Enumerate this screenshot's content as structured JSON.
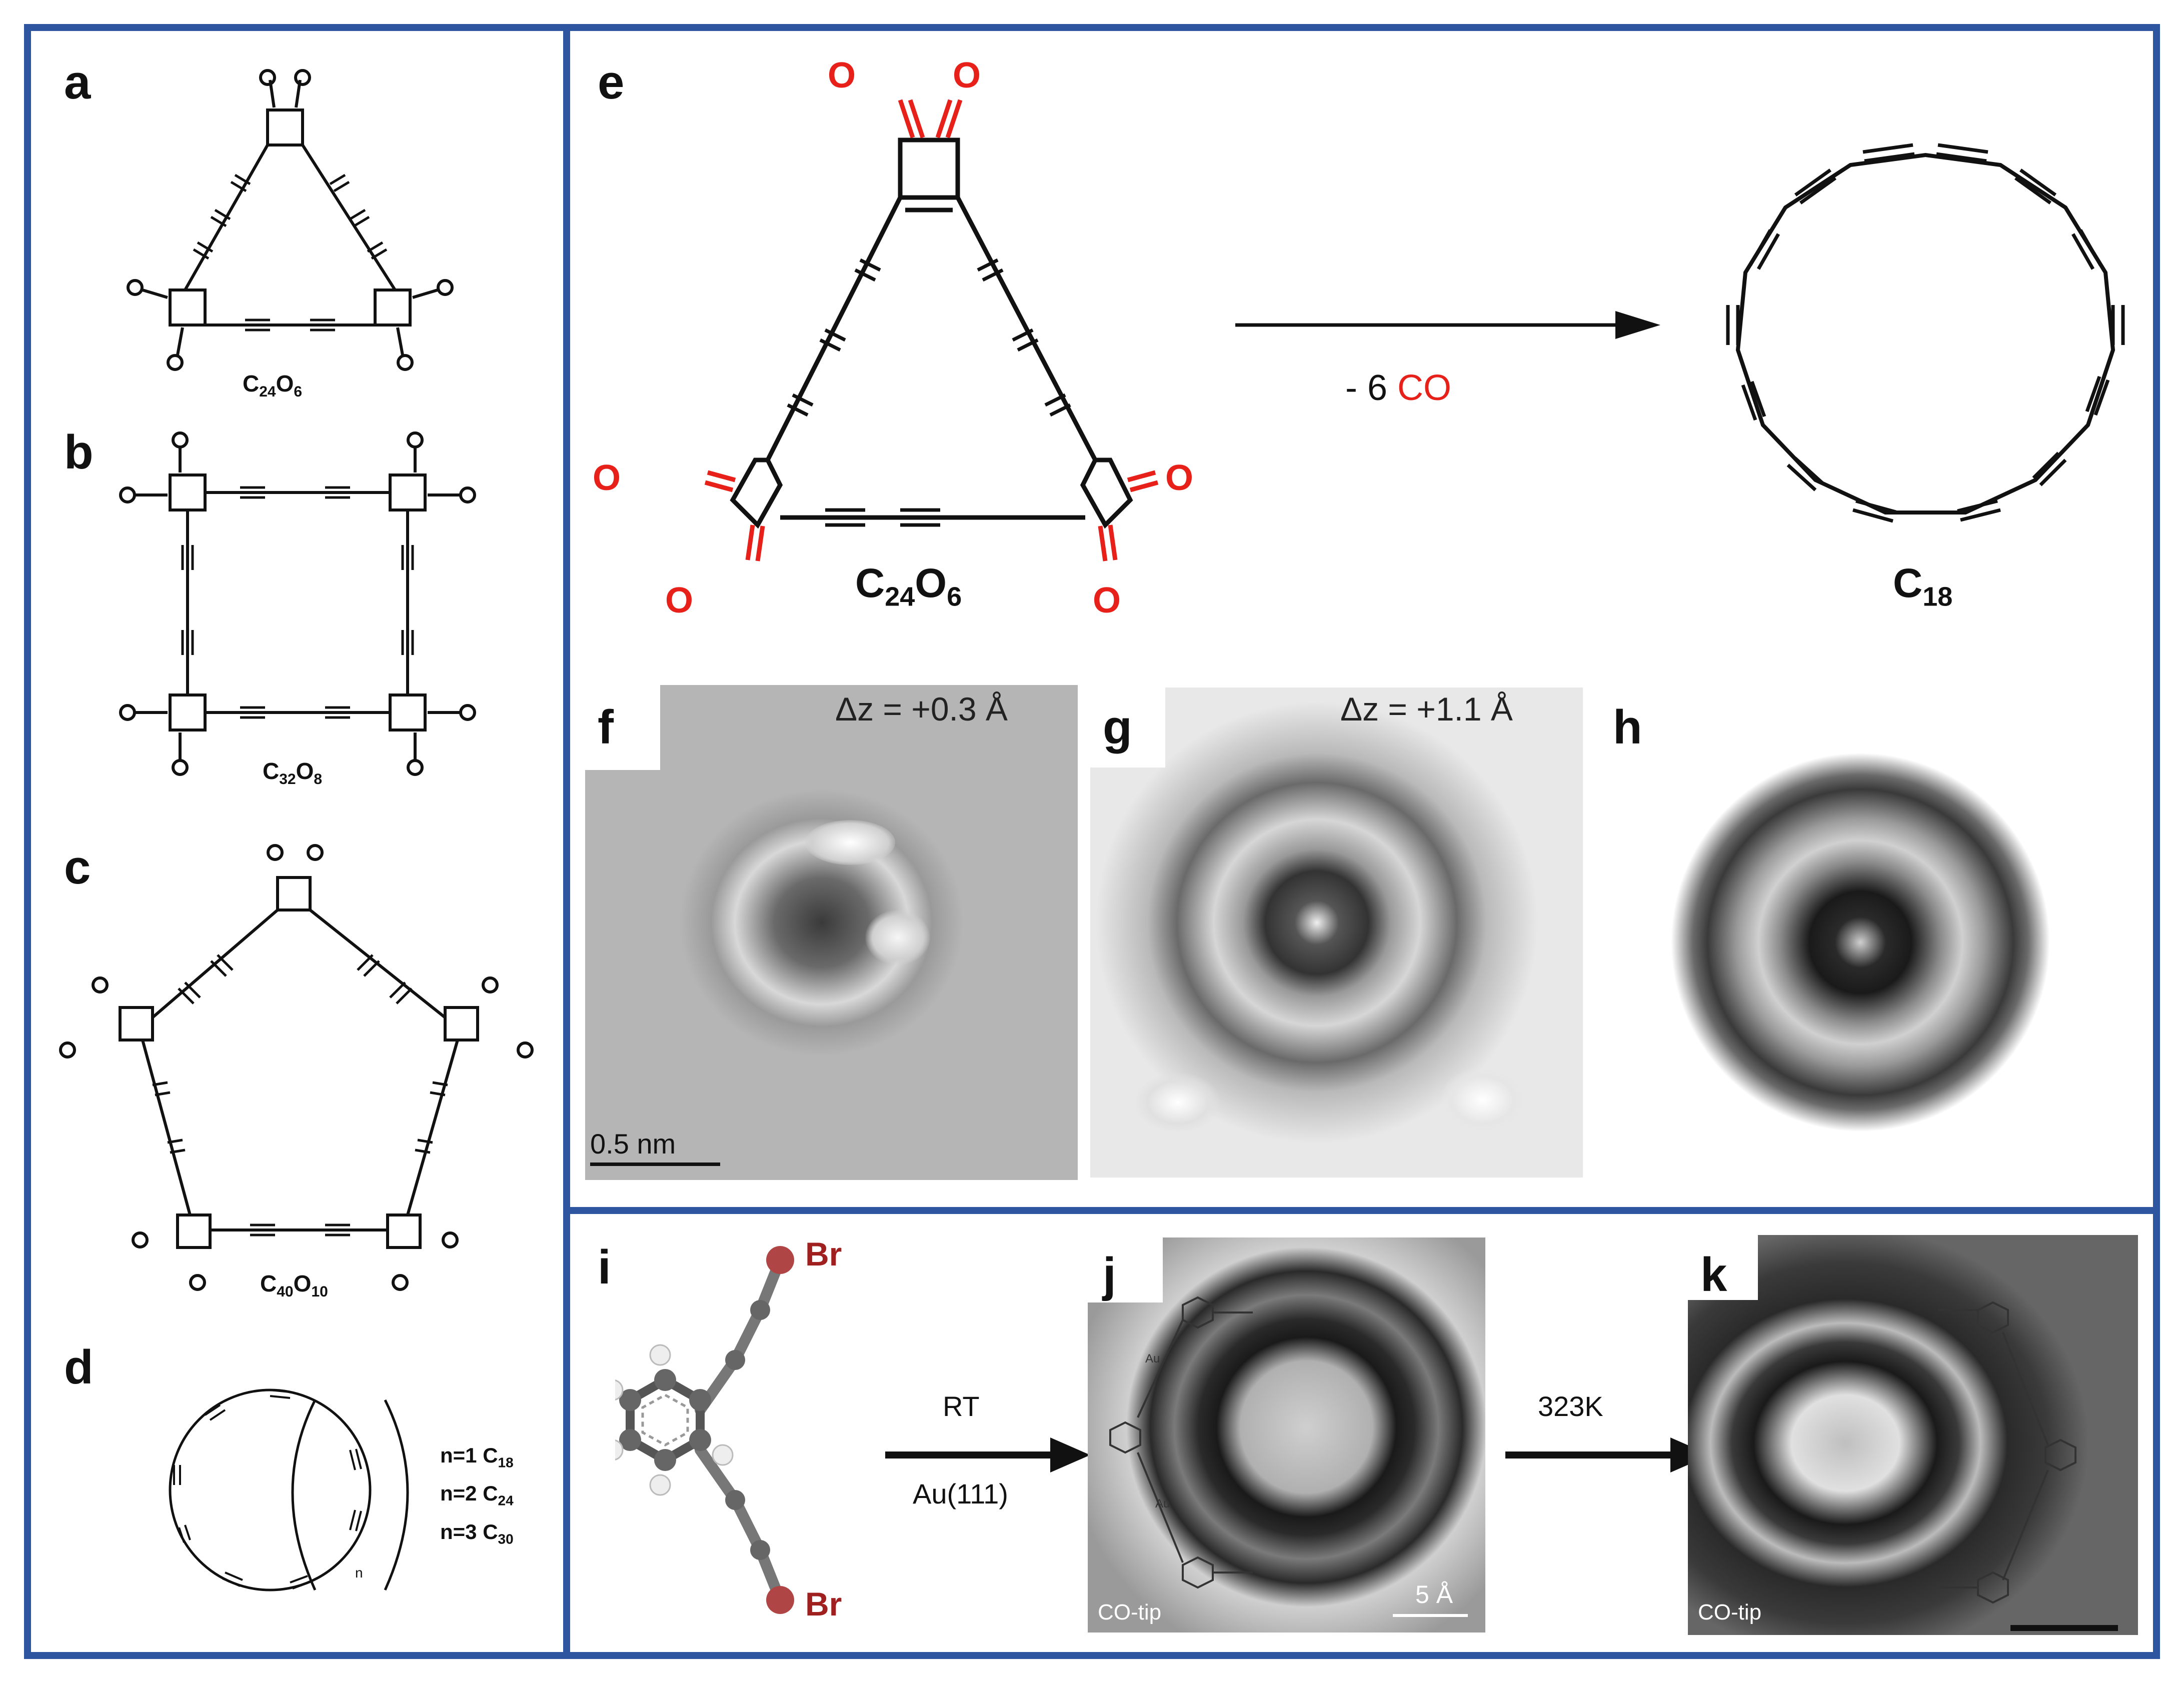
{
  "panels": {
    "a": {
      "label": "a",
      "formula_main": "C",
      "sub1": "24",
      "o": "O",
      "sub2": "6"
    },
    "b": {
      "label": "b",
      "formula_main": "C",
      "sub1": "32",
      "o": "O",
      "sub2": "8"
    },
    "c": {
      "label": "c",
      "formula_main": "C",
      "sub1": "40",
      "o": "O",
      "sub2": "10"
    },
    "d": {
      "label": "d",
      "n_sub": "n",
      "series": [
        {
          "n": "n=1 C",
          "sub": "18"
        },
        {
          "n": "n=2 C",
          "sub": "24"
        },
        {
          "n": "n=3 C",
          "sub": "30"
        }
      ]
    },
    "e": {
      "label": "e",
      "reactant_main": "C",
      "reactant_sub1": "24",
      "reactant_o": "O",
      "reactant_sub2": "6",
      "arrow_prefix": "- 6 ",
      "arrow_co": "CO",
      "product_main": "C",
      "product_sub": "18",
      "oxygen": "O"
    },
    "f": {
      "label": "f",
      "dz": "Δz = +0.3 Å",
      "scale": "0.5 nm"
    },
    "g": {
      "label": "g",
      "dz": "Δz = +1.1 Å"
    },
    "h": {
      "label": "h"
    },
    "i": {
      "label": "i",
      "br_top": "Br",
      "br_bottom": "Br",
      "arrow_top": "RT",
      "arrow_bottom": "Au(111)"
    },
    "j": {
      "label": "j",
      "tip": "CO-tip",
      "scale": "5 Å",
      "au1": "Au",
      "au2": "Au"
    },
    "k": {
      "label": "k",
      "tip": "CO-tip",
      "arrow_top": "323K"
    }
  },
  "colors": {
    "frame": "#2e56a0",
    "oxygen_red": "#e8201a",
    "bromine": "#a01f1f"
  }
}
